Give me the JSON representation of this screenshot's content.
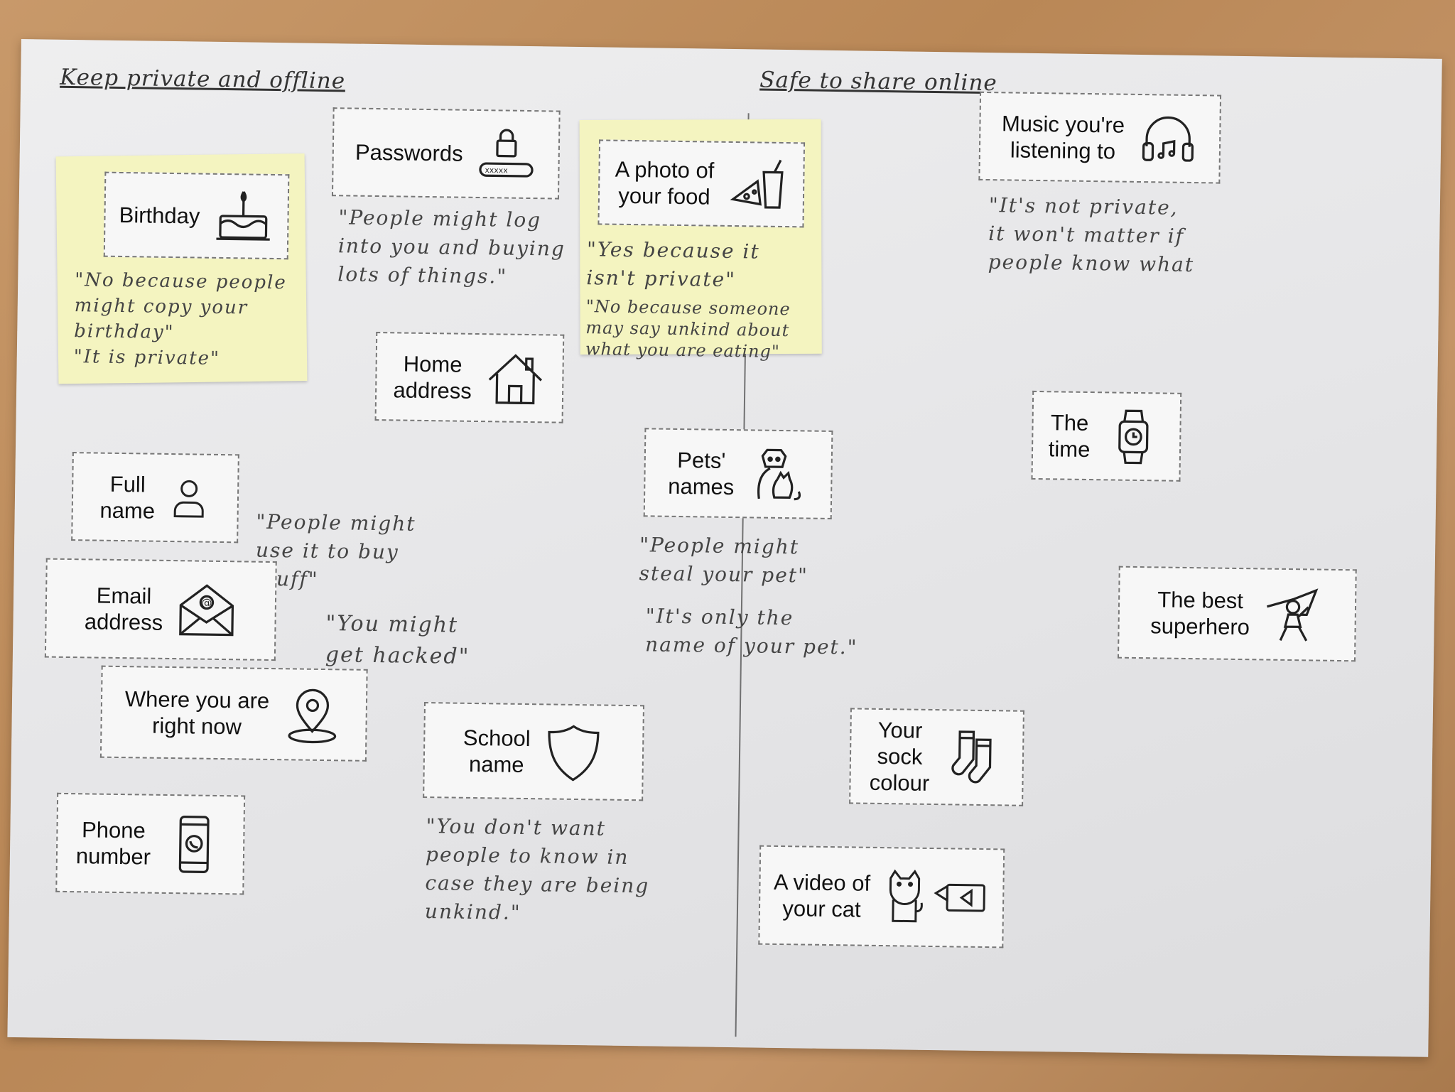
{
  "headings": {
    "left": "Keep private and offline",
    "right": "Safe to share online"
  },
  "cards": {
    "birthday": "Birthday",
    "passwords": "Passwords",
    "photo_food": "A photo of\nyour food",
    "music": "Music you're\nlistening to",
    "home_address": "Home\naddress",
    "the_time": "The\ntime",
    "pets_names": "Pets'\nnames",
    "full_name": "Full\nname",
    "email_address": "Email\naddress",
    "superhero": "The best\nsuperhero",
    "location": "Where you are\nright now",
    "school_name": "School\nname",
    "sock_colour": "Your\nsock\ncolour",
    "phone_number": "Phone\nnumber",
    "cat_video": "A video of\nyour cat"
  },
  "notes": {
    "birthday": "\"No because people\nmight copy your\nbirthday\"\n\"It is private\"",
    "passwords": "\"People might log\ninto you and buying\nlots of things.\"",
    "food_yes": "\"Yes because it\nisn't private\"",
    "food_no": "\"No because someone\nmay say unkind about\nwhat you are eating\"",
    "music": "\"It's not private,\nit won't matter if\npeople know what",
    "full_name": "\"People might\nuse it to buy\nstuff\"",
    "email": "\"You might\nget hacked\"",
    "pets_steal": "\"People might\nsteal your pet\"",
    "pets_only": "\"It's only the\nname of your pet.\"",
    "school": "\"You don't want\npeople to know in\ncase they are being\nunkind.\""
  },
  "colors": {
    "sticky_note": "#f4f4c0",
    "paper": "#e8e8ea",
    "table": "#c8996a"
  },
  "icons": {
    "birthday": "cake-icon",
    "passwords": "padlock-icon",
    "photo_food": "pizza-drink-icon",
    "music": "headphones-icon",
    "home_address": "house-icon",
    "the_time": "smartwatch-icon",
    "pets_names": "dog-cat-icon",
    "full_name": "person-icon",
    "email_address": "envelope-icon",
    "superhero": "superhero-icon",
    "location": "location-pin-icon",
    "school_name": "shield-icon",
    "sock_colour": "socks-icon",
    "phone_number": "phone-icon",
    "cat_video": "cat-video-icon"
  }
}
